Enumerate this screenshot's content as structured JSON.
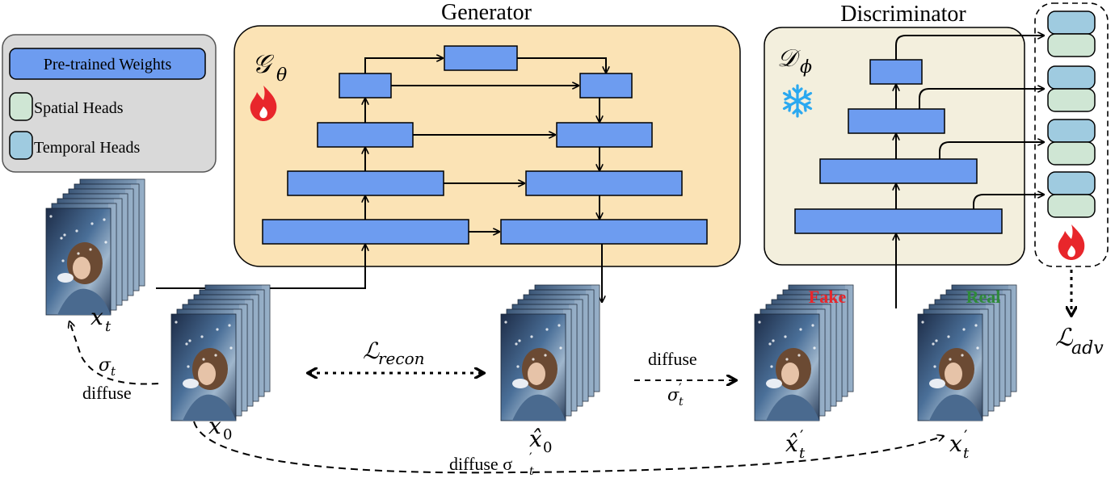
{
  "legend": {
    "pretrained": "Pre-trained Weights",
    "spatial": "Spatial Heads",
    "temporal": "Temporal Heads"
  },
  "generator": {
    "title": "Generator",
    "symbol": "𝒢",
    "subscript": "θ",
    "icon": "fire-icon"
  },
  "discriminator": {
    "title": "Discriminator",
    "symbol": "𝒟",
    "subscript": "ϕ",
    "icon": "snowflake-icon"
  },
  "frames": {
    "xt": {
      "base": "x",
      "sub": "t"
    },
    "x0": {
      "base": "x",
      "sub": "0"
    },
    "xhat0": {
      "base": "x̂",
      "sub": "0"
    },
    "xhatprime": {
      "base": "x̂",
      "sup": "′",
      "sub": "t"
    },
    "xprime": {
      "base": "x",
      "sup": "′",
      "sub": "t"
    }
  },
  "labels": {
    "fake": "Fake",
    "real": "Real",
    "sigma_t": "σ",
    "sigma_sub": "t",
    "diffuse": "diffuse",
    "recon_L": "ℒ",
    "recon_sub": "recon",
    "adv_L": "ℒ",
    "adv_sub": "adv",
    "diffuse_prime": "diffuse",
    "sigma_prime": "σ",
    "sigma_prime_sup": "′",
    "sigma_prime_sub": "t",
    "bottom_diffuse": "diffuse σ",
    "bottom_sup": "′",
    "bottom_sub": "t"
  },
  "colors": {
    "generator_bg": "#fbe3b5",
    "discriminator_bg": "#f3efdd",
    "legend_bg": "#d9d9d9",
    "block": "#6d9cf0",
    "spatial_head": "#cfe6d4",
    "temporal_head": "#9fcbe0",
    "fake": "#e8262b",
    "real": "#2f8a3a",
    "fire": "#e8262b",
    "snow": "#2aa8f0"
  }
}
